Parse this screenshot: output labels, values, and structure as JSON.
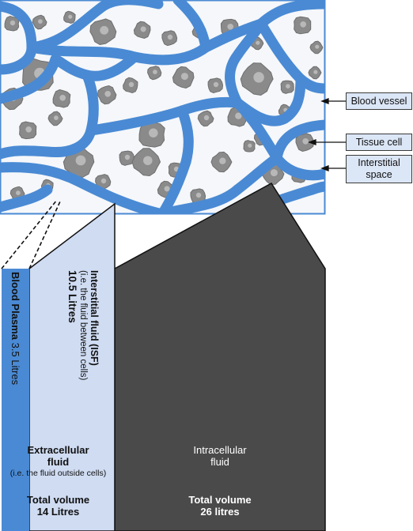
{
  "callouts": {
    "blood_vessel": "Blood vessel",
    "tissue_cell": "Tissue cell",
    "interstitial_line1": "Interstitial",
    "interstitial_line2": "space"
  },
  "blood_plasma": {
    "name": "Blood Plasma",
    "volume": "3.5 Litres"
  },
  "isf": {
    "title": "Interstitial fluid (ISF)",
    "note": "(i.e. the fluid between cells)",
    "volume": "10.5 Litres"
  },
  "extracellular": {
    "line1": "Extracellular",
    "line2": "fluid",
    "note": "(i.e. the fluid outside cells)",
    "total_line1": "Total volume",
    "total_line2": "14 Litres"
  },
  "intracellular": {
    "line1": "Intracellular",
    "line2": "fluid",
    "total_line1": "Total volume",
    "total_line2": "26 litres"
  },
  "colors": {
    "vessel_blue": "#4a8ad4",
    "isf_light_blue": "#cfdcf2",
    "cell_dark": "#4a4a4a",
    "cell_gray": "#8a8a8a",
    "nucleus": "#b8b8b8",
    "callout_bg": "#dbe6f6"
  }
}
